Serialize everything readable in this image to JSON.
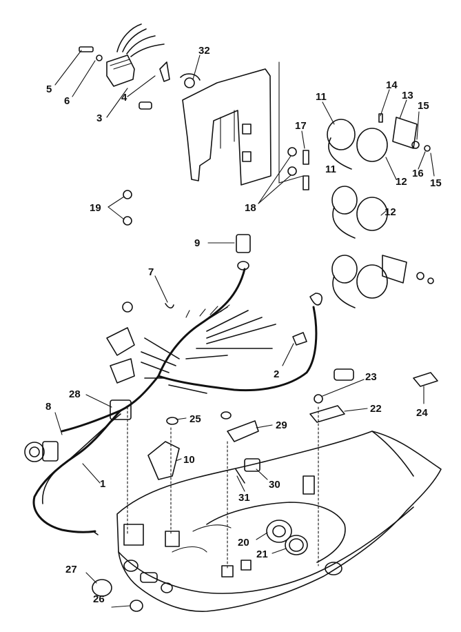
{
  "callouts": {
    "c1": "1",
    "c2": "2",
    "c3": "3",
    "c4": "4",
    "c5": "5",
    "c6": "6",
    "c7": "7",
    "c8": "8",
    "c9": "9",
    "c10": "10",
    "c11a": "11",
    "c11b": "11",
    "c12a": "12",
    "c12b": "12",
    "c13": "13",
    "c14": "14",
    "c15a": "15",
    "c15b": "15",
    "c16": "16",
    "c17": "17",
    "c18": "18",
    "c19": "19",
    "c20": "20",
    "c21": "21",
    "c22": "22",
    "c23": "23",
    "c24": "24",
    "c25": "25",
    "c26": "26",
    "c27": "27",
    "c28": "28",
    "c29": "29",
    "c30": "30",
    "c31": "31",
    "c32": "32"
  }
}
